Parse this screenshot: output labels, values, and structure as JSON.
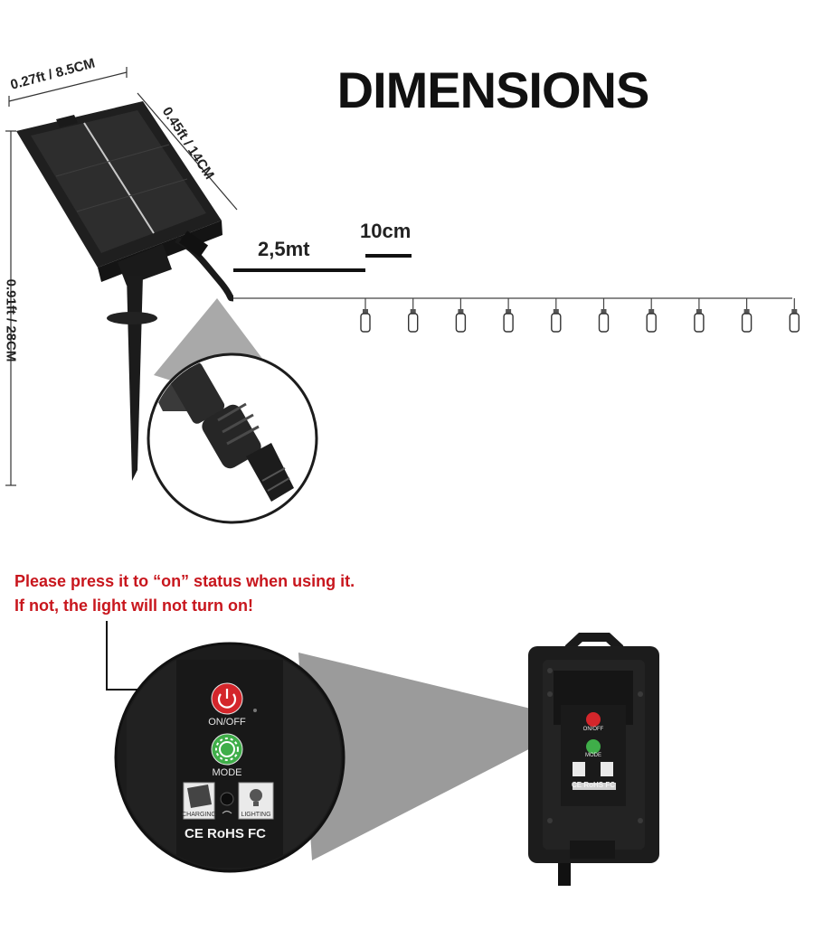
{
  "title": "DIMENSIONS",
  "dimensions": {
    "panel_width": "0.27ft / 8.5CM",
    "panel_depth": "0.45ft / 14CM",
    "total_height": "0.91ft / 28CM",
    "lead_cable_length": "2,5mt",
    "bulb_spacing": "10cm"
  },
  "bulb_count": 10,
  "warning": {
    "line1": "Please press  it to “on” status when using it.",
    "line2": "If not, the light will not turn on!"
  },
  "control_box": {
    "power_label": "ON/OFF",
    "mode_label": "MODE",
    "charging_label": "CHARGING",
    "lighting_label": "LIGHTING",
    "certification": "CE RoHS FC"
  },
  "colors": {
    "title": "#111111",
    "warning": "#c8161d",
    "power_button": "#d4262b",
    "mode_button": "#3fae49",
    "device_body": "#1c1c1c"
  }
}
